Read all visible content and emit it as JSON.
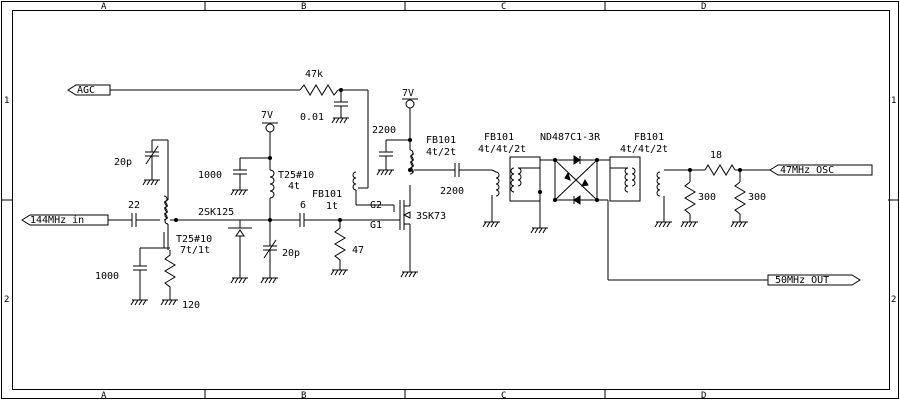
{
  "border": {
    "columns": [
      "A",
      "B",
      "C",
      "D"
    ],
    "rows": [
      "1",
      "2"
    ]
  },
  "ports": {
    "agc": "AGC",
    "rf_in": "144MHz in",
    "osc": "47MHz OSC",
    "out": "50MHz OUT"
  },
  "labels": {
    "r_47k": "47k",
    "c_001": "0.01",
    "v7_a": "7V",
    "v7_b": "7V",
    "c_2200_top": "2200",
    "fb101_a": "FB101",
    "fb101_a_turns": "4t/2t",
    "c_2200_mid": "2200",
    "fb101_b": "FB101",
    "fb101_b_turns": "4t/4t/2t",
    "mixer_ic": "ND487C1-3R",
    "fb101_c": "FB101",
    "fb101_c_turns": "4t/4t/2t",
    "r_18": "18",
    "r_300_a": "300",
    "r_300_b": "300",
    "c_20p_a": "20p",
    "c_1000_a": "1000",
    "t25_a": "T25#10",
    "t25_a_turns": "4t",
    "fb101_g2": "FB101",
    "fb101_g2_turns": "1t",
    "g2": "G2",
    "g1": "G1",
    "mosfet": "3SK73",
    "c_22": "22",
    "jfet": "2SK125",
    "c_6": "6",
    "t25_b": "T25#10",
    "t25_b_turns": "7t/1t",
    "c_20p_b": "20p",
    "r_47": "47",
    "c_1000_b": "1000",
    "r_120": "120"
  }
}
